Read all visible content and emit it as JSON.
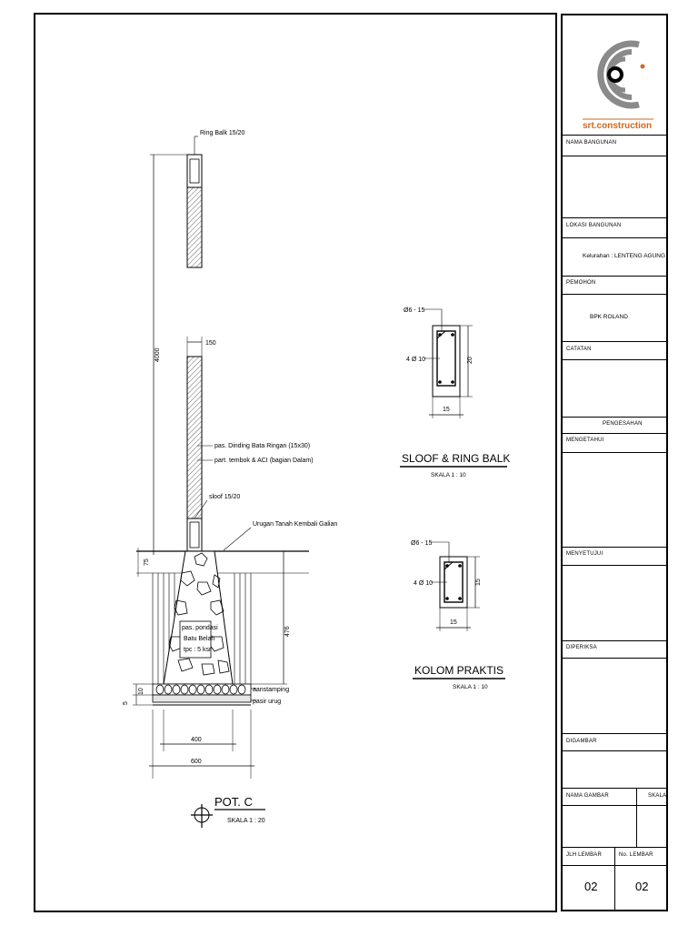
{
  "drawing": {
    "pot_c": {
      "title": "POT. C",
      "scale": "SKALA 1 : 20",
      "labels": {
        "ring_balk": "Ring Balk 15/20",
        "dim_height": "4000",
        "dim_wall": "150",
        "wall_note1": "pas. Dinding Bata Ringan  (15x30)",
        "wall_note2": "part. tembok & ACI  (bagian Dalam)",
        "sloof": "sloof 15/20",
        "backfill": "Urugan Tanah Kembali Galian",
        "dim_75": "75",
        "dim_476": "476",
        "foundation1": "pas. pondasi",
        "foundation2": "Batu Belah",
        "foundation3": "tpc : 5 ksr",
        "aanstamping": "aanstamping",
        "pasir": "pasir urug",
        "dim_5": "5",
        "dim_10": "10",
        "dim_400": "400",
        "dim_600": "600"
      }
    },
    "sloof_ring": {
      "title": "SLOOF & RING BALK",
      "scale": "SKALA 1 : 10",
      "stirrup": "Ø6 - 15",
      "bars": "4 Ø 10",
      "dim_h": "20",
      "dim_w": "15"
    },
    "kolom": {
      "title": "KOLOM PRAKTIS",
      "scale": "SKALA 1 : 10",
      "stirrup": "Ø6 - 15",
      "bars": "4 Ø 10",
      "dim_h": "15",
      "dim_w": "15"
    }
  },
  "title_block": {
    "logo_text": "srt.construction",
    "nama_bangunan_label": "NAMA BANGUNAN",
    "lokasi_label": "LOKASI BANGUNAN",
    "lokasi_value": "Kelurahan : LENTENG AGUNG",
    "pemohon_label": "PEMOHON",
    "pemohon_value": "BPK ROLAND",
    "catatan_label": "CATATAN",
    "pengesahan_label": "PENGESAHAN",
    "mengetahui_label": "MENGETAHUI",
    "menyetujui_label": "MENYETUJUI",
    "diperiksa_label": "DIPERIKSA",
    "digambar_label": "DIGAMBAR",
    "nama_gambar_label": "NAMA GAMBAR",
    "skala_label": "SKALA",
    "jlh_lembar_label": "JLH LEMBAR",
    "no_lembar_label": "No. LEMBAR",
    "jlh_lembar_value": "02",
    "no_lembar_value": "02"
  },
  "colors": {
    "logo_grey": "#8a8a8a",
    "logo_orange": "#d2691e"
  }
}
